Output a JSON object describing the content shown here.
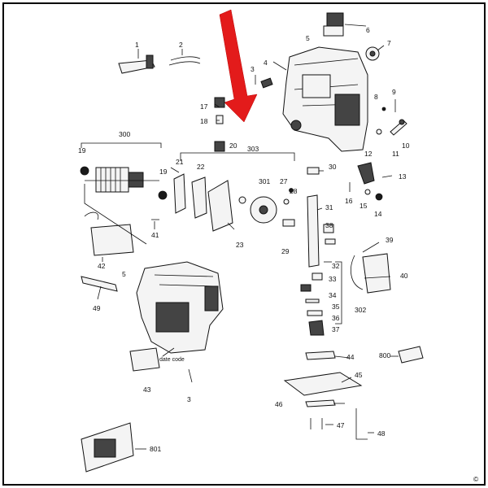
{
  "labels": {
    "p1": "1",
    "p2": "2",
    "p3a": "3",
    "p3b": "3",
    "p4": "4",
    "p5a": "5",
    "p5b": "5",
    "p6": "6",
    "p7": "7",
    "p8": "8",
    "p9": "9",
    "p10": "10",
    "p11": "11",
    "p12": "12",
    "p13": "13",
    "p14": "14",
    "p15": "15",
    "p16": "16",
    "p17": "17",
    "p18": "18",
    "p19a": "19",
    "p19b": "19",
    "p20": "20",
    "p21": "21",
    "p22": "22",
    "p23": "23",
    "p27": "27",
    "p28": "28",
    "p29": "29",
    "p30": "30",
    "p31": "31",
    "p32": "32",
    "p33": "33",
    "p34": "34",
    "p35": "35",
    "p36": "36",
    "p37": "37",
    "p38": "38",
    "p39": "39",
    "p40": "40",
    "p41": "41",
    "p42": "42",
    "p43": "43",
    "p44": "44",
    "p45": "45",
    "p46": "46",
    "p47": "47",
    "p48": "48",
    "p49": "49",
    "p300": "300",
    "p301": "301",
    "p302": "302",
    "p303": "303",
    "p800": "800",
    "p801": "801"
  },
  "date_code": "date code",
  "copyright": "©",
  "colors": {
    "arrow": "#e31b1b",
    "ink": "#111111"
  }
}
